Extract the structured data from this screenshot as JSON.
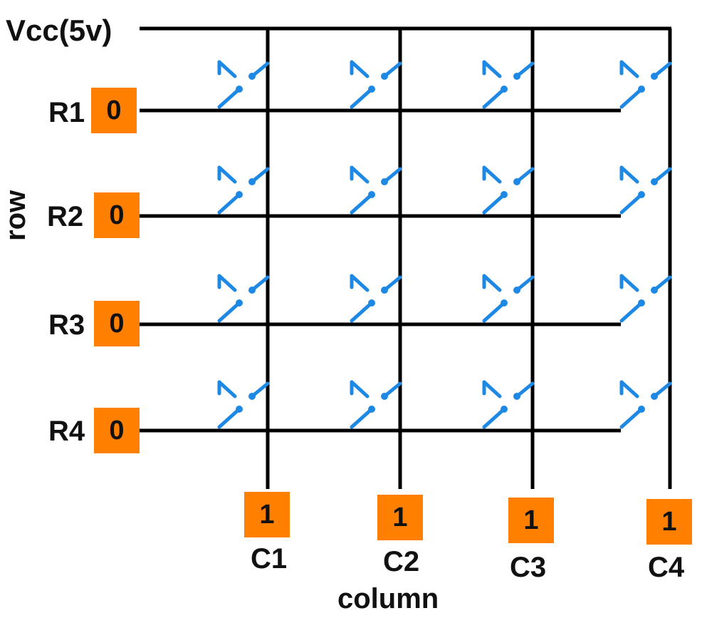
{
  "supply": {
    "label": "Vcc(5v)"
  },
  "axes": {
    "row_label": "row",
    "column_label": "column"
  },
  "rows": [
    {
      "name": "R1",
      "value": "0"
    },
    {
      "name": "R2",
      "value": "0"
    },
    {
      "name": "R3",
      "value": "0"
    },
    {
      "name": "R4",
      "value": "0"
    }
  ],
  "columns": [
    {
      "name": "C1",
      "value": "1"
    },
    {
      "name": "C2",
      "value": "1"
    },
    {
      "name": "C3",
      "value": "1"
    },
    {
      "name": "C4",
      "value": "1"
    }
  ],
  "colors": {
    "wire": "#000000",
    "switch": "#1e88e5",
    "box": "#ff8000"
  }
}
